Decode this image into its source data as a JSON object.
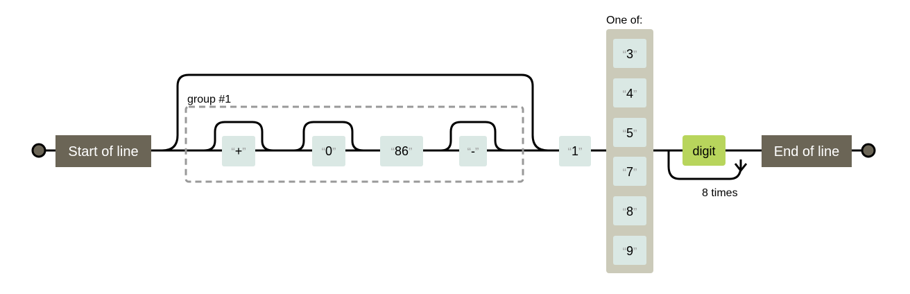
{
  "diagram": {
    "start_label": "Start of line",
    "end_label": "End of line",
    "group_label": "group #1",
    "group_literals": [
      "+",
      "0",
      "86",
      "-"
    ],
    "literal_one": "1",
    "one_of_label": "One of:",
    "one_of_items": [
      "3",
      "4",
      "5",
      "7",
      "8",
      "9"
    ],
    "digit_label": "digit",
    "repeat_label": "8 times",
    "quote_open": "“",
    "quote_close": "”"
  },
  "colors": {
    "anchor_box": "#6b6556",
    "literal_box": "#dae8e4",
    "oneof_panel": "#cbcab9",
    "digit_box": "#b8d55c",
    "line": "#000000",
    "group_border": "#999999"
  }
}
